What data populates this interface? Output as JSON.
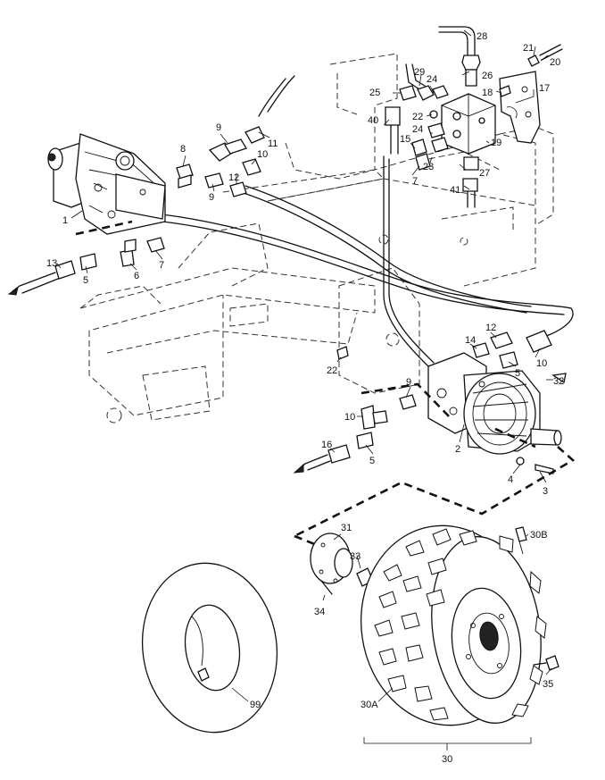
{
  "callouts": [
    {
      "id": "c1",
      "label": "1"
    },
    {
      "id": "c2",
      "label": "2"
    },
    {
      "id": "c3",
      "label": "3"
    },
    {
      "id": "c4",
      "label": "4"
    },
    {
      "id": "c5a",
      "label": "5"
    },
    {
      "id": "c5b",
      "label": "5"
    },
    {
      "id": "c5c",
      "label": "5"
    },
    {
      "id": "c6",
      "label": "6"
    },
    {
      "id": "c7a",
      "label": "7"
    },
    {
      "id": "c7b",
      "label": "7"
    },
    {
      "id": "c8",
      "label": "8"
    },
    {
      "id": "c9a",
      "label": "9"
    },
    {
      "id": "c9b",
      "label": "9"
    },
    {
      "id": "c9c",
      "label": "9"
    },
    {
      "id": "c10a",
      "label": "10"
    },
    {
      "id": "c10b",
      "label": "10"
    },
    {
      "id": "c10c",
      "label": "10"
    },
    {
      "id": "c11",
      "label": "11"
    },
    {
      "id": "c12a",
      "label": "12"
    },
    {
      "id": "c12b",
      "label": "12"
    },
    {
      "id": "c13",
      "label": "13"
    },
    {
      "id": "c14",
      "label": "14"
    },
    {
      "id": "c15",
      "label": "15"
    },
    {
      "id": "c16",
      "label": "16"
    },
    {
      "id": "c17",
      "label": "17"
    },
    {
      "id": "c18",
      "label": "18"
    },
    {
      "id": "c19",
      "label": "19"
    },
    {
      "id": "c20",
      "label": "20"
    },
    {
      "id": "c21",
      "label": "21"
    },
    {
      "id": "c22a",
      "label": "22"
    },
    {
      "id": "c22b",
      "label": "22"
    },
    {
      "id": "c23",
      "label": "23"
    },
    {
      "id": "c24a",
      "label": "24"
    },
    {
      "id": "c24b",
      "label": "24"
    },
    {
      "id": "c25",
      "label": "25"
    },
    {
      "id": "c26",
      "label": "26"
    },
    {
      "id": "c27",
      "label": "27"
    },
    {
      "id": "c28",
      "label": "28"
    },
    {
      "id": "c29",
      "label": "29"
    },
    {
      "id": "c30",
      "label": "30"
    },
    {
      "id": "c30a",
      "label": "30A"
    },
    {
      "id": "c30b",
      "label": "30B"
    },
    {
      "id": "c31",
      "label": "31"
    },
    {
      "id": "c32",
      "label": "32"
    },
    {
      "id": "c33",
      "label": "33"
    },
    {
      "id": "c34",
      "label": "34"
    },
    {
      "id": "c35",
      "label": "35"
    },
    {
      "id": "c40",
      "label": "40"
    },
    {
      "id": "c41",
      "label": "41"
    },
    {
      "id": "c99",
      "label": "99"
    }
  ]
}
